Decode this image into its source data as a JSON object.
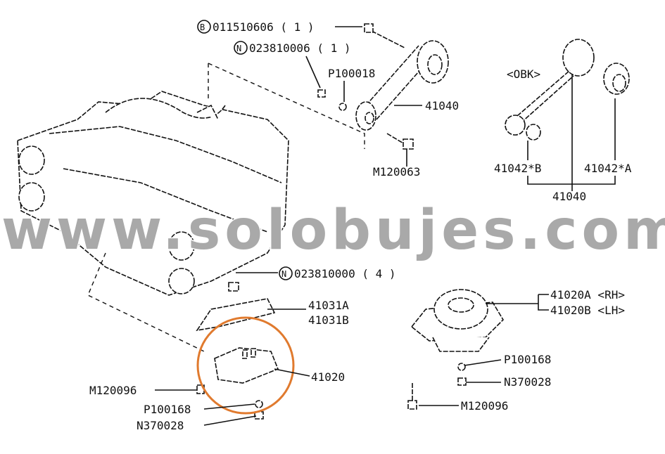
{
  "diagram": {
    "labels": {
      "bolt_top": "011510606 ( 1 )",
      "bolt_top_prefix": "B",
      "nut_top": "023810006 ( 1 )",
      "nut_top_prefix": "N",
      "washer_top": "P100018",
      "pitch_rod": "41040",
      "bolt_pitch": "M120063",
      "obk": "<OBK>",
      "bushing_b": "41042*B",
      "bushing_a": "41042*A",
      "pitch_rod_assy": "41040",
      "nut_mid": "023810000 ( 4 )",
      "nut_mid_prefix": "N",
      "bracket_a": "41031A",
      "bracket_b": "41031B",
      "mount": "41020",
      "bolt_left": "M120096",
      "washer_left": "P100168",
      "nut_left": "N370028",
      "mount_rh": "41020A <RH>",
      "mount_lh": "41020B <LH>",
      "washer_right": "P100168",
      "nut_right": "N370028",
      "bolt_right": "M120096"
    },
    "watermark": "www.solobujes.com",
    "highlight_color": "#e07a2e",
    "watermark_color": "#a9a9a9"
  }
}
